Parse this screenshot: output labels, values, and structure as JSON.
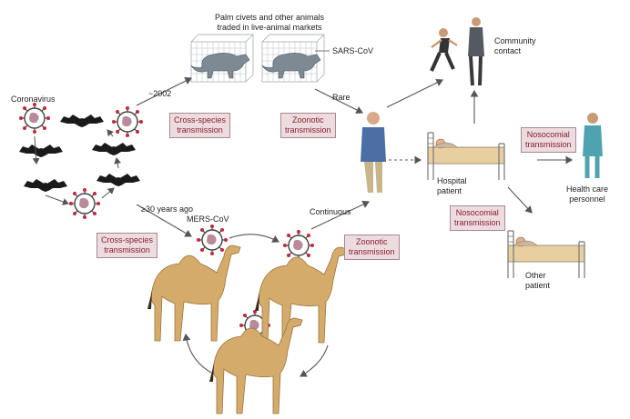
{
  "labels": {
    "palm_civets": [
      "Palm civets and other animals",
      "traded in live-animal markets"
    ],
    "sars_cov": "SARS-CoV",
    "coronavirus": "Coronavirus",
    "year_2002": "~2002",
    "rare": "Rare",
    "community_contact": [
      "Community",
      "contact"
    ],
    "hospital_patient": [
      "Hospital",
      "patient"
    ],
    "health_care_personnel": [
      "Health care",
      "personnel"
    ],
    "other_patient": [
      "Other",
      "patient"
    ],
    "thirty_years": "≥30 years ago",
    "mers_cov": "MERS-CoV",
    "continuous": "Continuous"
  },
  "boxes": {
    "cross_species_1": [
      "Cross-species",
      "transmission"
    ],
    "zoonotic_1": [
      "Zoonotic",
      "transmission"
    ],
    "nosocomial_1": [
      "Nosocomial",
      "transmission"
    ],
    "nosocomial_2": [
      "Nosocomial",
      "transmission"
    ],
    "cross_species_2": [
      "Cross-species",
      "transmission"
    ],
    "zoonotic_2": [
      "Zoonotic",
      "transmission"
    ]
  },
  "colors": {
    "box_fill": "#ecdcdf",
    "box_text": "#8a1c2e",
    "camel": "#d4ab6a",
    "bat": "#1a1a1a",
    "civet": "#7d8a94",
    "arrow": "#555555"
  }
}
